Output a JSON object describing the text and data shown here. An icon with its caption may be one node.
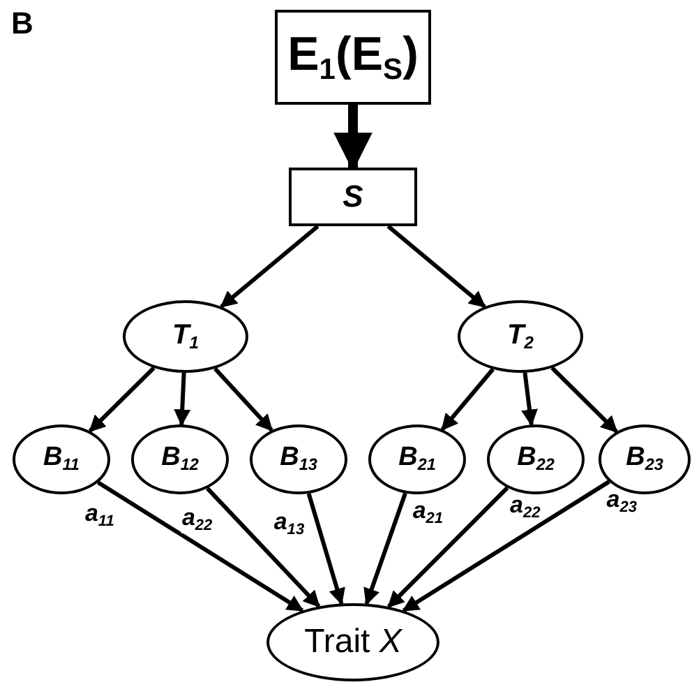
{
  "diagram": {
    "nodes": [
      {
        "text": [
          "E$_{1}$(E$_{S}$)"
        ]
      },
      {
        "text": [
          "S"
        ]
      },
      {
        "text": [
          "T$_{1}$"
        ]
      },
      {
        "text": [
          "T$_{2}$"
        ]
      },
      {
        "text": [
          "B$_{11}$"
        ]
      },
      {
        "text": [
          "B$_{12}$"
        ]
      },
      {
        "text": [
          "B$_{13}$"
        ]
      },
      {
        "text": [
          "B$_{21}$"
        ]
      },
      {
        "text": [
          "B$_{22}$"
        ]
      },
      {
        "text": [
          "B$_{23}$"
        ]
      },
      {
        "text": [
          "Trait *X*"
        ]
      }
    ],
    "edges": [
      {
        "from": 0,
        "to": 1,
        "arrow": "to",
        "style": "thick"
      },
      {
        "from": 1,
        "to": 2,
        "arrow": "to"
      },
      {
        "from": 1,
        "to": 3,
        "arrow": "to"
      },
      {
        "from": 2,
        "to": 4,
        "arrow": "to"
      },
      {
        "from": 2,
        "to": 5,
        "arrow": "to"
      },
      {
        "from": 2,
        "to": 6,
        "arrow": "to"
      },
      {
        "from": 3,
        "to": 7,
        "arrow": "to"
      },
      {
        "from": 3,
        "to": 8,
        "arrow": "to"
      },
      {
        "from": 3,
        "to": 9,
        "arrow": "to"
      },
      {
        "from": 4,
        "to": 10,
        "arrow": "to",
        "label": "a$_{11}$"
      },
      {
        "from": 5,
        "to": 10,
        "arrow": "to",
        "label": "a$_{22}$"
      },
      {
        "from": 6,
        "to": 10,
        "arrow": "to",
        "label": "a$_{13}$"
      },
      {
        "from": 7,
        "to": 10,
        "arrow": "to",
        "label": "a$_{21}$"
      },
      {
        "from": 8,
        "to": 10,
        "arrow": "to",
        "label": "a$_{22}$"
      },
      {
        "from": 9,
        "to": 10,
        "arrow": "to",
        "label": "a$_{23}$"
      }
    ],
    "labels": [
      "B"
    ]
  }
}
